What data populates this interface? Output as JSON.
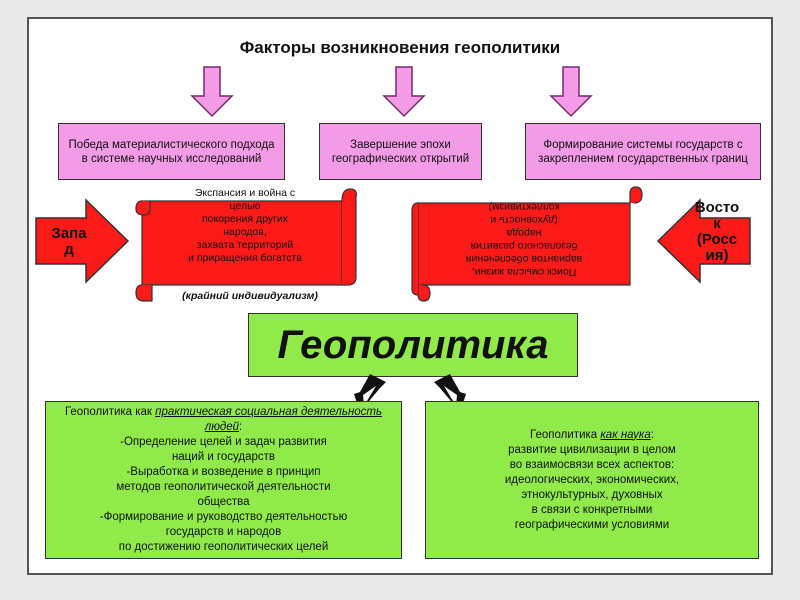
{
  "title": "Факторы возникновения геополитики",
  "factors": [
    "Победа материалистического подхода в системе научных исследований",
    "Завершение эпохи географических открытий",
    "Формирование системы государств с закреплением государственных границ"
  ],
  "west": {
    "label": "Запа\nд"
  },
  "east": {
    "label": "Восто\nк\n(Росс\nия)"
  },
  "west_scroll": {
    "text": "Экспансия и война с\nцелью\nпокорения других\nнародов,\nзахвата территорий\nи приращения богатств",
    "sub": "(крайний индивидуализм)"
  },
  "east_scroll": {
    "text": "Поиск смысла жизни,\nвариантов обеспечения\nбезопасного развития\nнарода\n(духовность и\nколлективизм)"
  },
  "center": "Геополитика",
  "practice": {
    "prefix": "Геополитика как ",
    "emph": "практическая социальная деятельность людей",
    "suffix": ":",
    "lines": "-Определение целей и задач развития\nнаций и государств\n-Выработка и возведение в принцип\nметодов геополитической деятельности\nобщества\n-Формирование и руководство деятельностью\nгосударств и народов\nпо достижению геополитических целей"
  },
  "science": {
    "prefix": "Геополитика ",
    "emph": "как наука",
    "suffix": ":",
    "lines": "развитие цивилизации в целом\nво взаимосвязи всех аспектов:\nидеологических, экономических,\nэтнокультурных, духовных\nв связи с конкретными\nгеографическими условиями"
  },
  "colors": {
    "pink": "#f39be7",
    "red": "#ff1a1a",
    "green": "#8fea4a"
  }
}
